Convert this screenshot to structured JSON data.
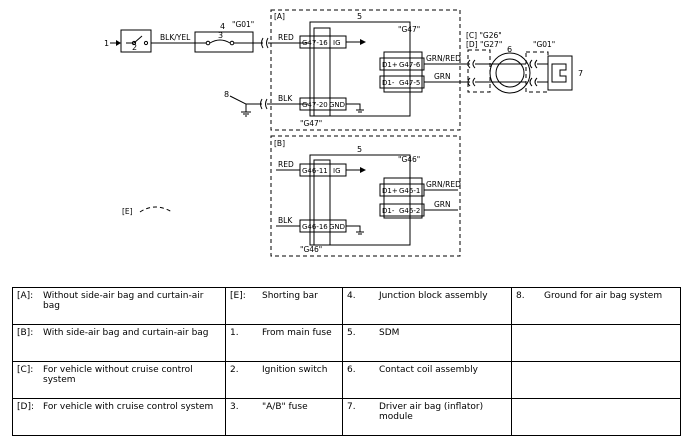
{
  "diagram": {
    "wire_labels": {
      "blk_yel": "BLK/YEL",
      "red_a": "RED",
      "blk_a": "BLK",
      "red_b": "RED",
      "blk_b": "BLK",
      "grn_red_a": "GRN/RED",
      "grn_a": "GRN",
      "grn_red_b": "GRN/RED",
      "grn_b": "GRN"
    },
    "connectors": {
      "g01": "\"G01\"",
      "g47_top": "\"G47\"",
      "g47_bottom": "\"G47\"",
      "g46_top": "\"G46\"",
      "g46_bottom": "\"G46\"",
      "g26_line": "[C] \"G26\"",
      "g27_line": "[D] \"G27\"",
      "g01_right": "\"G01\""
    },
    "terminals": {
      "a_ig": "G47-16",
      "a_ig_name": "IG",
      "a_gnd": "G47-20",
      "a_gnd_name": "GND",
      "a_d1p": "G47-6",
      "a_d1p_name": "D1+",
      "a_d1m": "G47-5",
      "a_d1m_name": "D1-",
      "b_ig": "G46-11",
      "b_ig_name": "IG",
      "b_gnd": "G46-16",
      "b_gnd_name": "GND",
      "b_d1p": "G46-1",
      "b_d1p_name": "D1+",
      "b_d1m": "G46-2",
      "b_d1m_name": "D1-"
    },
    "box_tags": {
      "a": "[A]",
      "b": "[B]",
      "e": "[E]"
    },
    "numbers": {
      "n1": "1",
      "n2": "2",
      "n3": "3",
      "n4": "4",
      "n5a": "5",
      "n5b": "5",
      "n6": "6",
      "n7": "7",
      "n8": "8"
    }
  },
  "legend": {
    "rows": [
      [
        {
          "key": "[A]:",
          "text": "Without side-air bag and curtain-air bag"
        },
        {
          "key": "[E]:",
          "text": "Shorting bar"
        },
        {
          "key": "4.",
          "text": "Junction block assembly"
        },
        {
          "key": "8.",
          "text": "Ground for air bag system"
        }
      ],
      [
        {
          "key": "[B]:",
          "text": "With side-air bag and curtain-air bag"
        },
        {
          "key": "1.",
          "text": "From main fuse"
        },
        {
          "key": "5.",
          "text": "SDM"
        },
        {
          "key": "",
          "text": ""
        }
      ],
      [
        {
          "key": "[C]:",
          "text": "For vehicle without cruise control system"
        },
        {
          "key": "2.",
          "text": "Ignition switch"
        },
        {
          "key": "6.",
          "text": "Contact coil assembly"
        },
        {
          "key": "",
          "text": ""
        }
      ],
      [
        {
          "key": "[D]:",
          "text": "For vehicle with cruise control system"
        },
        {
          "key": "3.",
          "text": "\"A/B\" fuse"
        },
        {
          "key": "7.",
          "text": "Driver air bag (inflator) module"
        },
        {
          "key": "",
          "text": ""
        }
      ]
    ]
  }
}
